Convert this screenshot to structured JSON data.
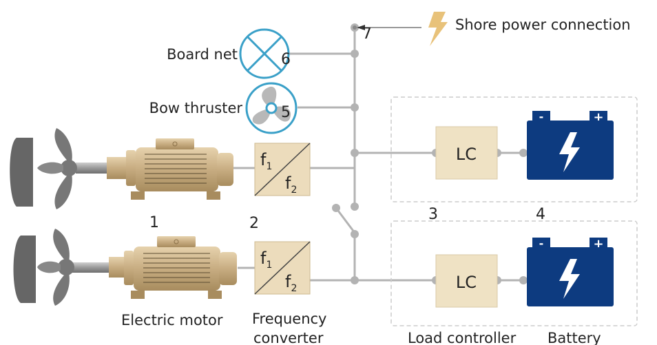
{
  "labels": {
    "shore_power": "Shore power connection",
    "board_net": "Board net",
    "bow_thruster": "Bow thruster",
    "electric_motor": "Electric motor",
    "frequency_converter_line1": "Frequency",
    "frequency_converter_line2": "converter",
    "load_controller": "Load controller",
    "battery": "Battery"
  },
  "numbers": {
    "n1": "1",
    "n2": "2",
    "n3": "3",
    "n4": "4",
    "n5": "5",
    "n6": "6",
    "n7": "7"
  },
  "converter": {
    "f": "f",
    "sub_in": "1",
    "sub_out": "2"
  },
  "lc_label": "LC",
  "battery_terminals": {
    "minus": "-",
    "plus": "+"
  },
  "colors": {
    "wire": "#b3b3b3",
    "icon_blue": "#3aa0c8",
    "motor_gold": "#c8ad82",
    "converter_fill": "#ecdcbc",
    "lc_fill": "#efe2c4",
    "battery_navy": "#0d3b80",
    "bolt_yellow": "#e8c27a",
    "prop_gray": "#777777"
  },
  "icons": {
    "shore": "lightning-bolt-icon",
    "board_net": "lamp-cross-icon",
    "bow_thruster": "propeller-fan-icon",
    "battery": "battery-icon"
  }
}
